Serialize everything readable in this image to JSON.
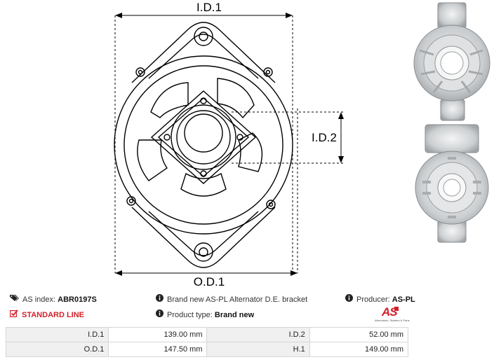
{
  "drawing": {
    "labels": {
      "id1": "I.D.1",
      "id2": "I.D.2",
      "od1": "O.D.1"
    }
  },
  "info": {
    "as_index_label": "AS index:",
    "as_index_value": "ABR0197S",
    "description": "Brand new AS-PL Alternator D.E. bracket",
    "producer_label": "Producer:",
    "producer_value": "AS-PL",
    "line_label": "STANDARD LINE",
    "product_type_label": "Product type:",
    "product_type_value": "Brand new",
    "logo_text": "AS",
    "logo_tagline": "Alternators, Starters & Parts"
  },
  "specs": [
    {
      "k1": "I.D.1",
      "v1": "139.00 mm",
      "k2": "I.D.2",
      "v2": "52.00 mm"
    },
    {
      "k1": "O.D.1",
      "v1": "147.50 mm",
      "k2": "H.1",
      "v2": "149.00 mm"
    }
  ],
  "colors": {
    "accent_red": "#d4202a",
    "line": "#000000",
    "table_key_bg": "#f0f0f0",
    "table_border": "#d6d6d6"
  }
}
